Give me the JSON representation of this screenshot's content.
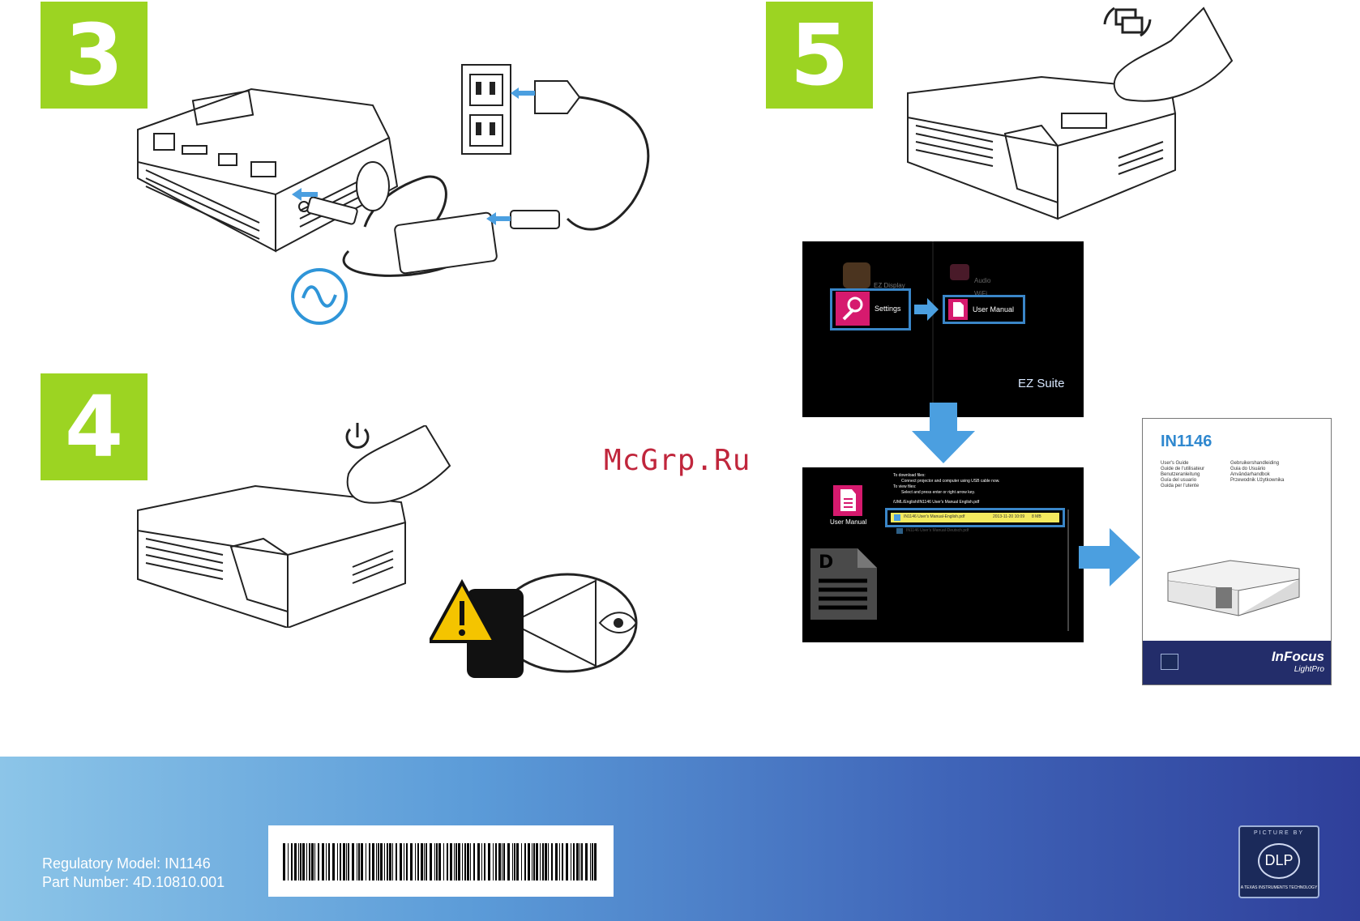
{
  "steps": {
    "three": "3",
    "four": "4",
    "five": "5"
  },
  "watermark": "McGrp.Ru",
  "menu_screen": {
    "item1": "EZ Display",
    "item2": "Audio",
    "item3": "WiFi",
    "settings_label": "Settings",
    "user_manual_label": "User Manual",
    "brand": "EZ Suite"
  },
  "file_screen": {
    "icon_label": "User Manual",
    "line1": "To download files:",
    "line2": "Connect projector and computer using USB cable now.",
    "line3": "To view files:",
    "line4": "Select and press enter or right arrow key.",
    "path": "/UML/English/IN1146 User's Manual English.pdf",
    "selected_file": "IN1146 User's Manual-English.pdf",
    "selected_date": "2013-11-20 10:09",
    "selected_size": "8 MB",
    "other_file": "IN1146 User's Manual-Deutsch.pdf"
  },
  "manual_cover": {
    "model": "IN1146",
    "langs_left": [
      "User's Guide",
      "Guide de l'utilisateur",
      "Benutzeranleitung",
      "Guía del usuario",
      "Guida per l'utente"
    ],
    "langs_right": [
      "Gebruikershandleiding",
      "Guia do Usuário",
      "Användarhandbok",
      "Przewodnik Użytkownika"
    ],
    "brand": "InFocus",
    "sub_brand": "LightPro"
  },
  "footer": {
    "regulatory": "Regulatory Model: IN1146",
    "part_number": "Part Number: 4D.10810.001",
    "dlp_top": "PICTURE BY",
    "dlp_logo": "DLP",
    "dlp_bottom": "A TEXAS INSTRUMENTS TECHNOLOGY"
  },
  "colors": {
    "badge": "#9cd422",
    "arrow": "#4b9fe0",
    "highlight": "#3a86c8",
    "selected_row": "#f3ea5f"
  }
}
